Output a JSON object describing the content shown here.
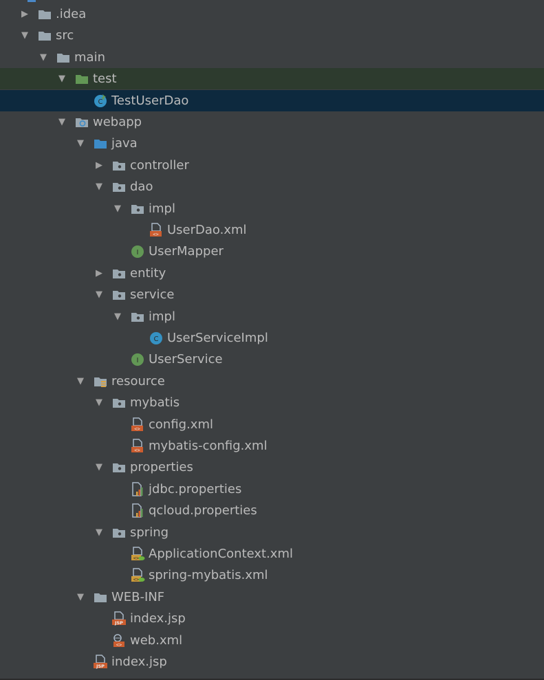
{
  "tree": {
    "items": [
      {
        "label": ".idea",
        "icon": "folder-icon",
        "depth": 0,
        "expand": "collapsed"
      },
      {
        "label": "src",
        "icon": "folder-icon",
        "depth": 0,
        "expand": "expanded"
      },
      {
        "label": "main",
        "icon": "folder-icon",
        "depth": 1,
        "expand": "expanded"
      },
      {
        "label": "test",
        "icon": "test-folder-icon",
        "depth": 2,
        "expand": "expanded",
        "highlight": "green"
      },
      {
        "label": "TestUserDao",
        "icon": "test-class-icon",
        "depth": 3,
        "expand": "none",
        "highlight": "blue"
      },
      {
        "label": "webapp",
        "icon": "web-folder-icon",
        "depth": 2,
        "expand": "expanded"
      },
      {
        "label": "java",
        "icon": "source-folder-icon",
        "depth": 3,
        "expand": "expanded"
      },
      {
        "label": "controller",
        "icon": "package-icon",
        "depth": 4,
        "expand": "collapsed"
      },
      {
        "label": "dao",
        "icon": "package-icon",
        "depth": 4,
        "expand": "expanded"
      },
      {
        "label": "impl",
        "icon": "package-icon",
        "depth": 5,
        "expand": "expanded"
      },
      {
        "label": "UserDao.xml",
        "icon": "xml-file-icon",
        "depth": 6,
        "expand": "none"
      },
      {
        "label": "UserMapper",
        "icon": "interface-icon",
        "depth": 5,
        "expand": "none"
      },
      {
        "label": "entity",
        "icon": "package-icon",
        "depth": 4,
        "expand": "collapsed"
      },
      {
        "label": "service",
        "icon": "package-icon",
        "depth": 4,
        "expand": "expanded"
      },
      {
        "label": "impl",
        "icon": "package-icon",
        "depth": 5,
        "expand": "expanded"
      },
      {
        "label": "UserServiceImpl",
        "icon": "class-icon",
        "depth": 6,
        "expand": "none"
      },
      {
        "label": "UserService",
        "icon": "interface-icon",
        "depth": 5,
        "expand": "none"
      },
      {
        "label": "resource",
        "icon": "resource-folder-icon",
        "depth": 3,
        "expand": "expanded"
      },
      {
        "label": "mybatis",
        "icon": "package-icon",
        "depth": 4,
        "expand": "expanded"
      },
      {
        "label": "config.xml",
        "icon": "xml-file-icon",
        "depth": 5,
        "expand": "none"
      },
      {
        "label": "mybatis-config.xml",
        "icon": "xml-file-icon",
        "depth": 5,
        "expand": "none"
      },
      {
        "label": "properties",
        "icon": "package-icon",
        "depth": 4,
        "expand": "expanded"
      },
      {
        "label": "jdbc.properties",
        "icon": "properties-file-icon",
        "depth": 5,
        "expand": "none"
      },
      {
        "label": "qcloud.properties",
        "icon": "properties-file-icon",
        "depth": 5,
        "expand": "none"
      },
      {
        "label": "spring",
        "icon": "package-icon",
        "depth": 4,
        "expand": "expanded"
      },
      {
        "label": "ApplicationContext.xml",
        "icon": "spring-xml-icon",
        "depth": 5,
        "expand": "none"
      },
      {
        "label": "spring-mybatis.xml",
        "icon": "spring-xml-icon",
        "depth": 5,
        "expand": "none"
      },
      {
        "label": "WEB-INF",
        "icon": "folder-icon",
        "depth": 3,
        "expand": "expanded"
      },
      {
        "label": "index.jsp",
        "icon": "jsp-file-icon",
        "depth": 4,
        "expand": "none"
      },
      {
        "label": "web.xml",
        "icon": "web-xml-icon",
        "depth": 4,
        "expand": "none"
      },
      {
        "label": "index.jsp",
        "icon": "jsp-file-icon",
        "depth": 3,
        "expand": "none"
      }
    ]
  },
  "colors": {
    "background": "#3c3f41",
    "text": "#bbbbbb",
    "selection_green": "#2d3b2e",
    "selection_blue": "#0d293e",
    "folder": "#9aa7b0",
    "source_folder": "#3d8cc9",
    "test_folder": "#629755",
    "class": "#3592c4",
    "interface": "#629755",
    "xml": "#cc5d2f"
  }
}
